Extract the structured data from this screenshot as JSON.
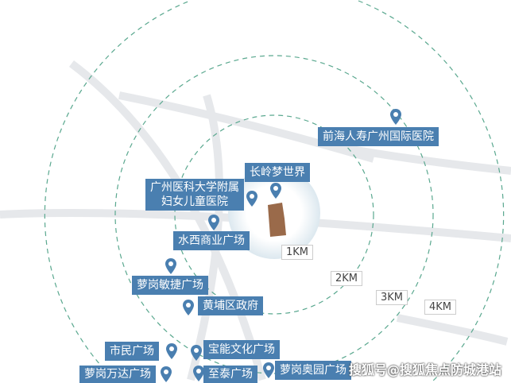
{
  "colors": {
    "label_bg": "#4a7fb0",
    "ring": "#5aa88f",
    "site": "#9a6a4a"
  },
  "rings": [
    "1KM",
    "2KM",
    "3KM",
    "4KM"
  ],
  "pois": [
    {
      "name": "前海人寿广州国际医院"
    },
    {
      "name": "长岭梦世界"
    },
    {
      "name": "广州医科大学附属妇女儿童医院"
    },
    {
      "name": "水西商业广场"
    },
    {
      "name": "萝岗敏捷广场"
    },
    {
      "name": "黄埔区政府"
    },
    {
      "name": "市民广场"
    },
    {
      "name": "宝能文化广场"
    },
    {
      "name": "萝岗奥园广场"
    },
    {
      "name": "至泰广场"
    },
    {
      "name": "萝岗万达广场"
    }
  ],
  "hospital_line1": "广州医科大学附属",
  "hospital_line2": "妇女儿童医院",
  "watermark": "搜狐号@搜狐焦点防城港站"
}
